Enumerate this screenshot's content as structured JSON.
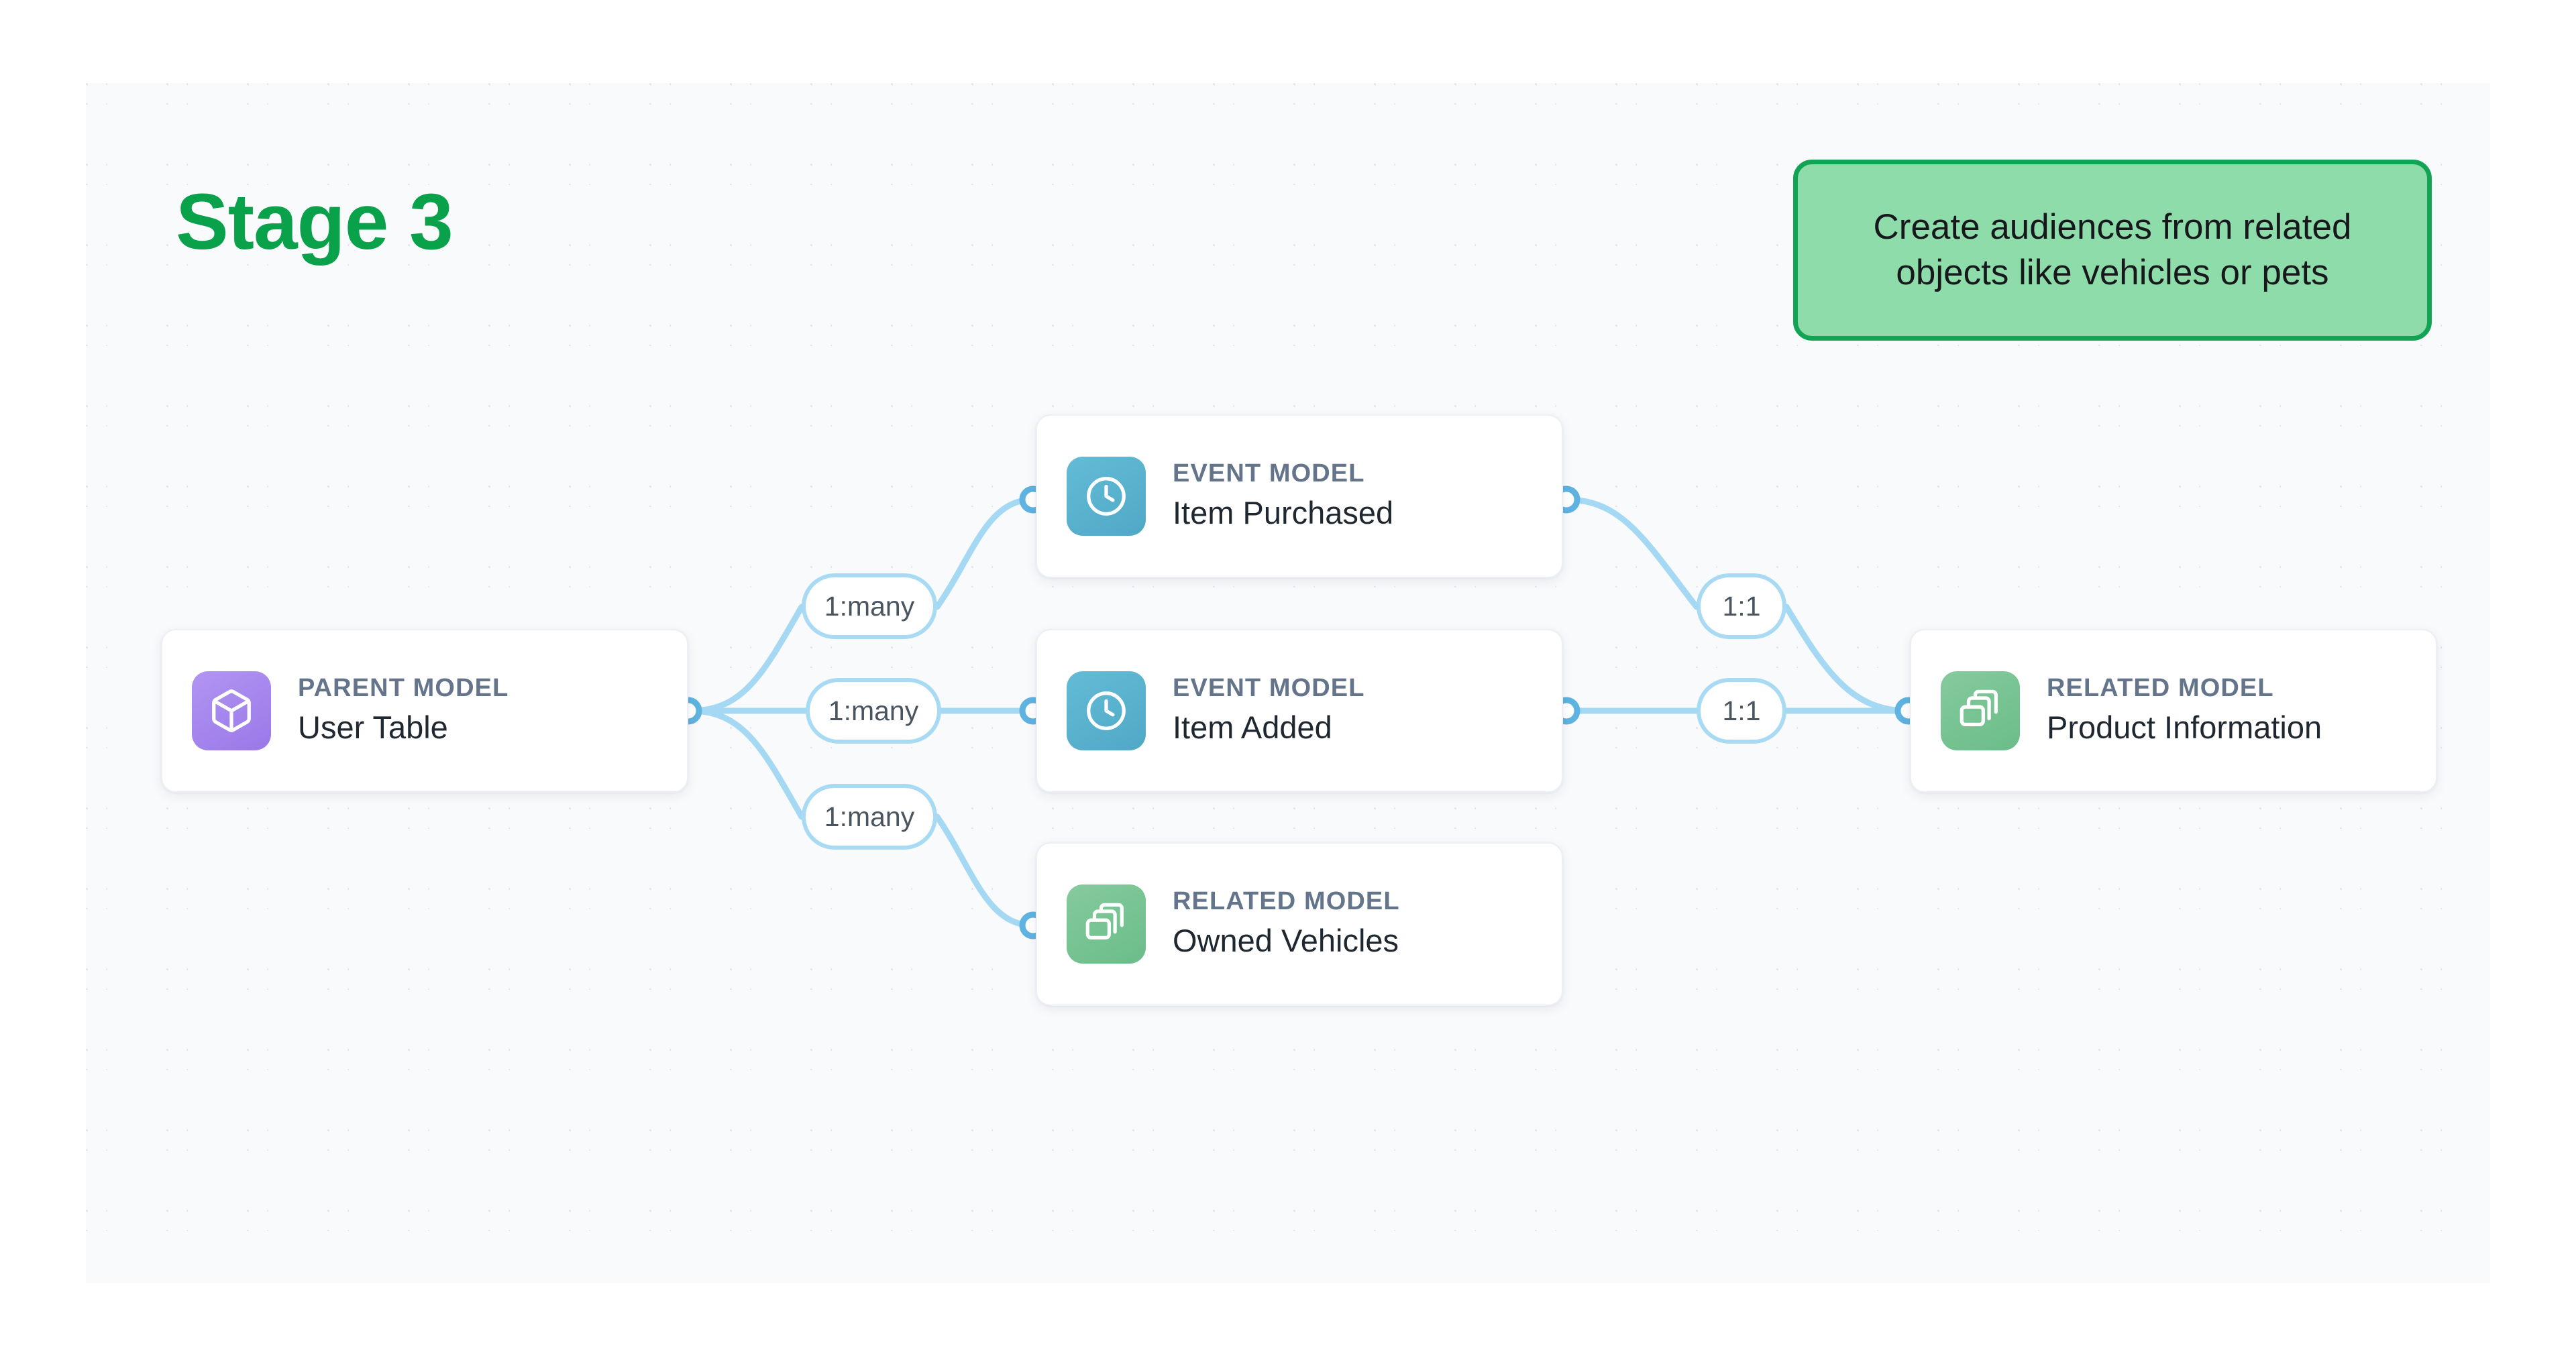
{
  "title": {
    "stage_label": "Stage 3"
  },
  "callout": {
    "text": "Create audiences from related objects like vehicles or pets",
    "fill_color": "#8fdcab",
    "border_color": "#13a355"
  },
  "colors": {
    "canvas_background": "#f8fafc",
    "page_background": "#ffffff",
    "accent_green": "#0aa14b",
    "edge_blue": "#a5d8f3",
    "port_blue": "#5fb3e0",
    "kicker_gray": "#64748b",
    "title_dark": "#1f2730",
    "icon_purple": "#9a78e8",
    "icon_blue": "#4fa8c6",
    "icon_green": "#6bbd89"
  },
  "nodes": [
    {
      "id": "parent",
      "kicker": "PARENT MODEL",
      "title": "User Table",
      "icon": "cube-icon",
      "icon_style": "icon-parent"
    },
    {
      "id": "event-1",
      "kicker": "EVENT MODEL",
      "title": "Item Purchased",
      "icon": "clock-icon",
      "icon_style": "icon-event"
    },
    {
      "id": "event-2",
      "kicker": "EVENT MODEL",
      "title": "Item Added",
      "icon": "clock-icon",
      "icon_style": "icon-event"
    },
    {
      "id": "related-1",
      "kicker": "RELATED MODEL",
      "title": "Owned Vehicles",
      "icon": "stacked-layers-icon",
      "icon_style": "icon-related"
    },
    {
      "id": "product",
      "kicker": "RELATED MODEL",
      "title": "Product Information",
      "icon": "stacked-layers-icon",
      "icon_style": "icon-related"
    }
  ],
  "relationships": [
    {
      "id": "m1",
      "label": "1:many",
      "from": "parent",
      "to": "event-1"
    },
    {
      "id": "m2",
      "label": "1:many",
      "from": "parent",
      "to": "event-2"
    },
    {
      "id": "m3",
      "label": "1:many",
      "from": "parent",
      "to": "related-1"
    },
    {
      "id": "o1",
      "label": "1:1",
      "from": "event-1",
      "to": "product"
    },
    {
      "id": "o2",
      "label": "1:1",
      "from": "event-2",
      "to": "product"
    }
  ]
}
